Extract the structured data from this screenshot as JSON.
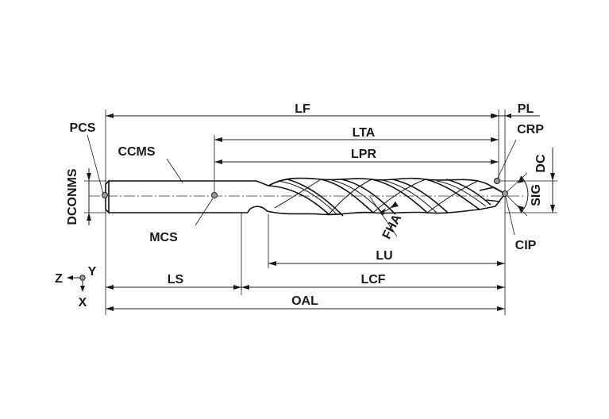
{
  "labels": {
    "lf": "LF",
    "pl": "PL",
    "pcs": "PCS",
    "lta": "LTA",
    "crp": "CRP",
    "ccms": "CCMS",
    "lpr": "LPR",
    "dc": "DC",
    "dconms": "DCONMS",
    "sig": "SIG",
    "mcs": "MCS",
    "fha": "FHA",
    "cip": "CIP",
    "lu": "LU",
    "ls": "LS",
    "lcf": "LCF",
    "oal": "OAL"
  },
  "axes": {
    "z": "Z",
    "y": "Y",
    "x": "X"
  }
}
